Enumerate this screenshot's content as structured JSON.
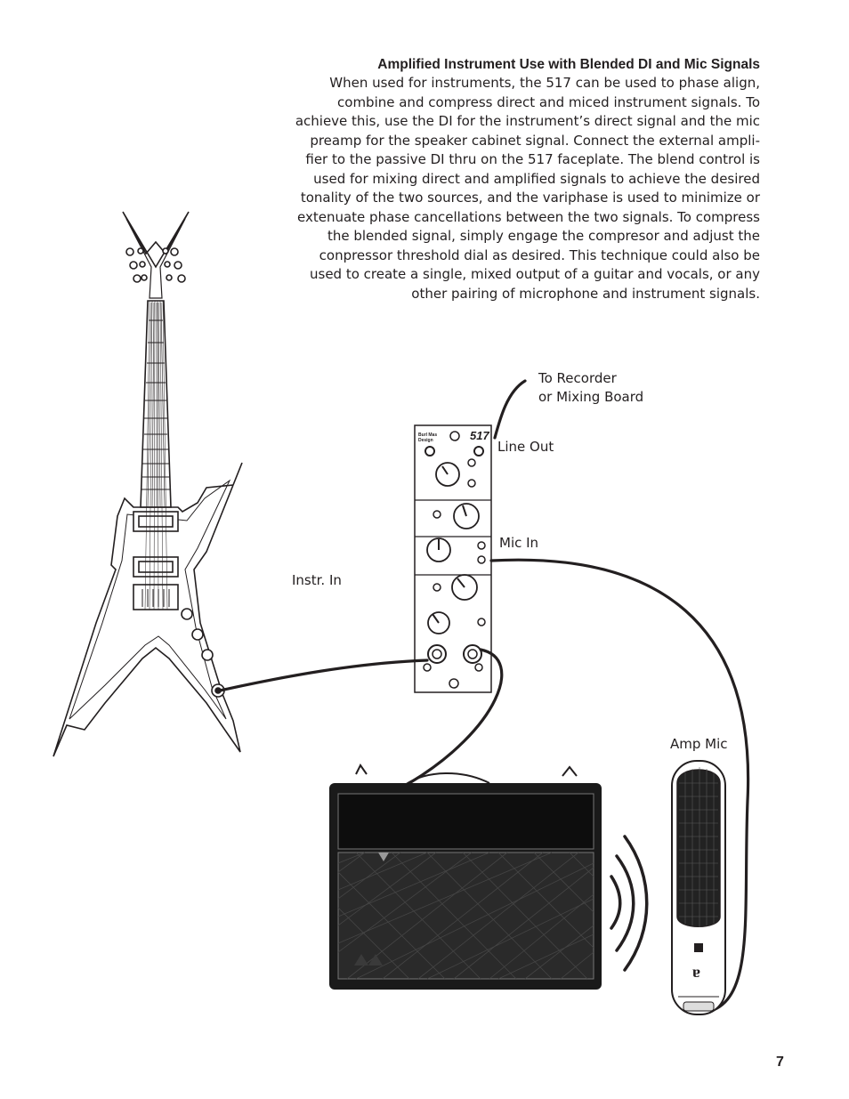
{
  "section": {
    "heading": "Amplified Instrument Use with Blended DI and Mic Signals",
    "lines": [
      "When used for instruments, the 517 can be used to phase align,",
      "combine and compress direct and miced instrument signals. To",
      "achieve this, use the DI for the instrument’s direct signal and the mic",
      "preamp for the speaker cabinet signal.  Connect the external ampli-",
      "fier to the passive DI thru on the 517 faceplate.  The blend control is",
      "used for mixing direct and amplified signals to achieve the desired",
      "tonality of the two sources, and the variphase is used to minimize or",
      "extenuate phase cancellations between the two signals. To compress",
      "the blended signal, simply engage the compresor and adjust the",
      "conpressor threshold dial as desired. This technique could also be",
      "used to create a single, mixed output of a guitar and vocals, or any",
      "other pairing of microphone and instrument signals."
    ]
  },
  "diagram": {
    "to_recorder_1": "To Recorder",
    "to_recorder_2": "or Mixing Board",
    "line_out": "Line Out",
    "mic_in": "Mic In",
    "instr_in": "Instr. In",
    "amp_mic": "Amp Mic",
    "module_model": "517"
  },
  "page_number": "7",
  "colors": {
    "ink": "#231f20",
    "amp_front": "#1a1a1a",
    "grille": "#2a2a2a"
  }
}
